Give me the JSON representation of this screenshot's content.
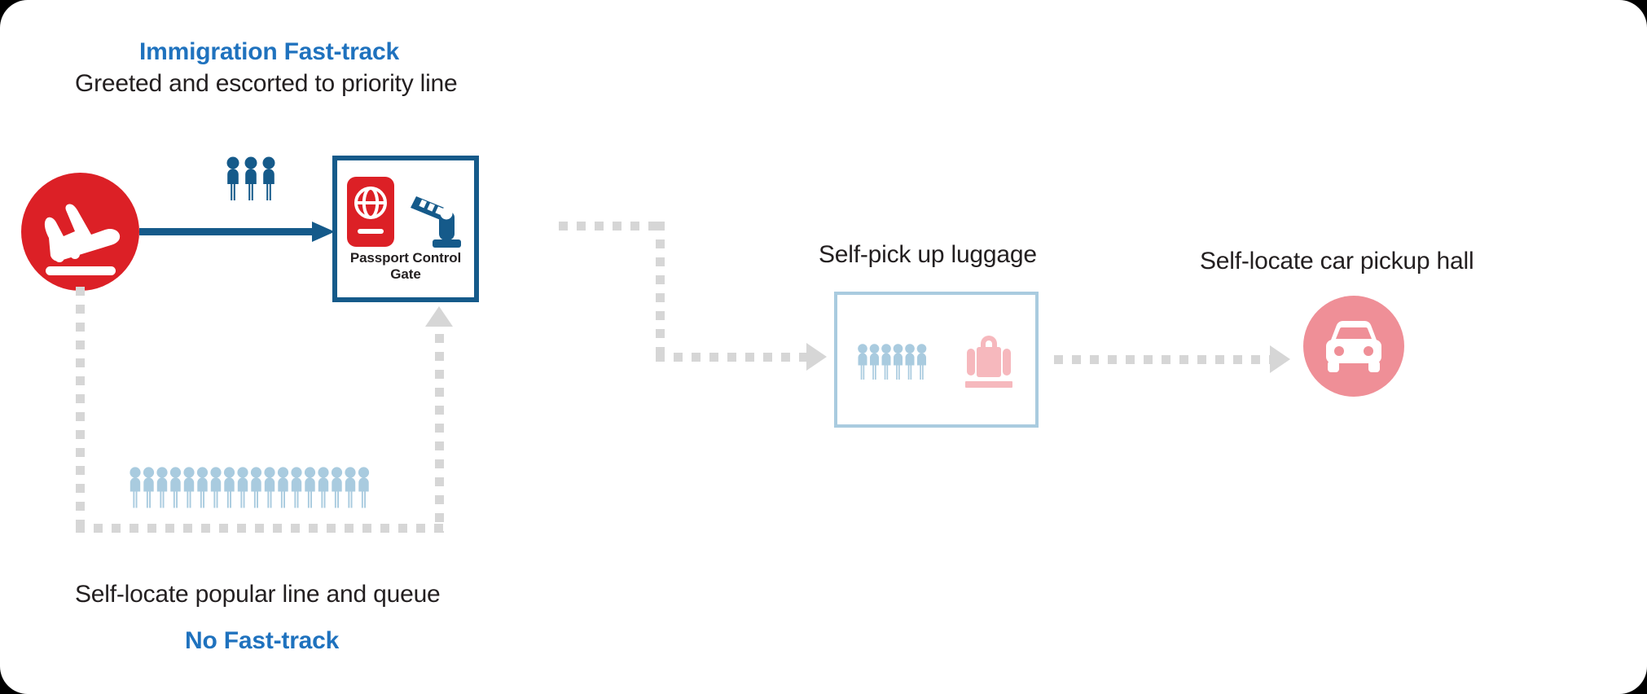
{
  "diagram": {
    "title_top_blue": "Immigration Fast-track",
    "subtitle_top": "Greeted and escorted to priority line",
    "subtitle_bottom": "Self-locate popular line and queue",
    "title_bottom_blue": "No Fast-track",
    "label_luggage": "Self-pick up luggage",
    "label_car": "Self-locate car pickup hall",
    "gate_label": "Passport Control Gate"
  },
  "icons": {
    "arriving_plane": "plane-landing-icon",
    "escorted_group": "three-people-icon",
    "passport": "passport-book-icon",
    "barrier": "boom-barrier-gate-icon",
    "long_queue": "queue-of-people-icon",
    "luggage_queue": "six-people-icon",
    "suitcase": "suitcase-on-belt-icon",
    "car": "car-front-icon"
  },
  "counts": {
    "escorted_people": 3,
    "queue_people": 18,
    "luggage_people": 6
  },
  "colors": {
    "red": "#dc2026",
    "dark_blue": "#155a8a",
    "heading_blue": "#1f72be",
    "light_blue": "#a9cbdf",
    "pink": "#ef8f97",
    "light_pink": "#f6b8bd",
    "dotted_grey": "#d6d6d6",
    "text_dark": "#231f20",
    "background": "#ffffff"
  },
  "flow": {
    "fast_track_path": "plane -> escorted group -> passport control gate -> luggage hall -> car pickup hall",
    "no_fast_track_path": "plane -> down -> self-locate popular line and queue -> up -> passport control gate"
  }
}
